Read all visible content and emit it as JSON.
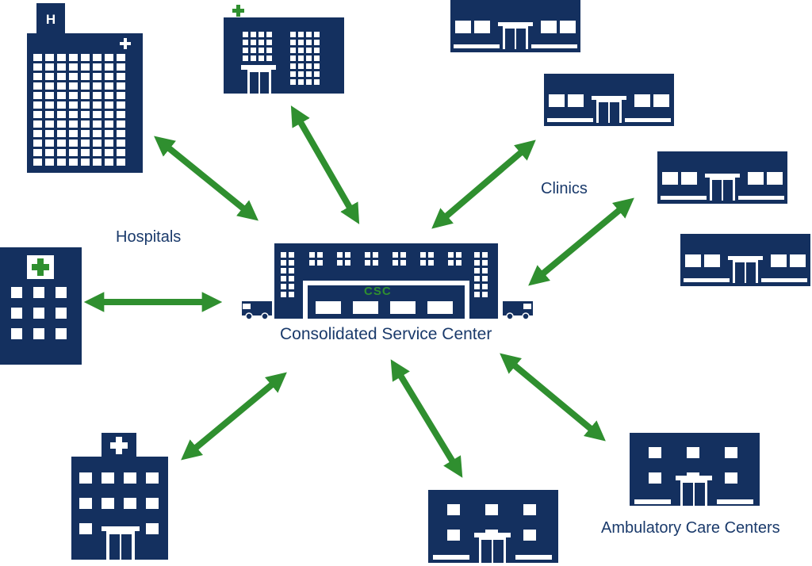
{
  "labels": {
    "hospitals": "Hospitals",
    "clinics": "Clinics",
    "csc_code": "CSC",
    "csc_name": "Consolidated Service Center",
    "ambulatory": "Ambulatory Care Centers"
  },
  "colors": {
    "building": "#14305f",
    "arrow": "#2f8f2f",
    "cross": "#2f8f2f",
    "label": "#1a3a6b"
  },
  "hospital_sign": "H"
}
